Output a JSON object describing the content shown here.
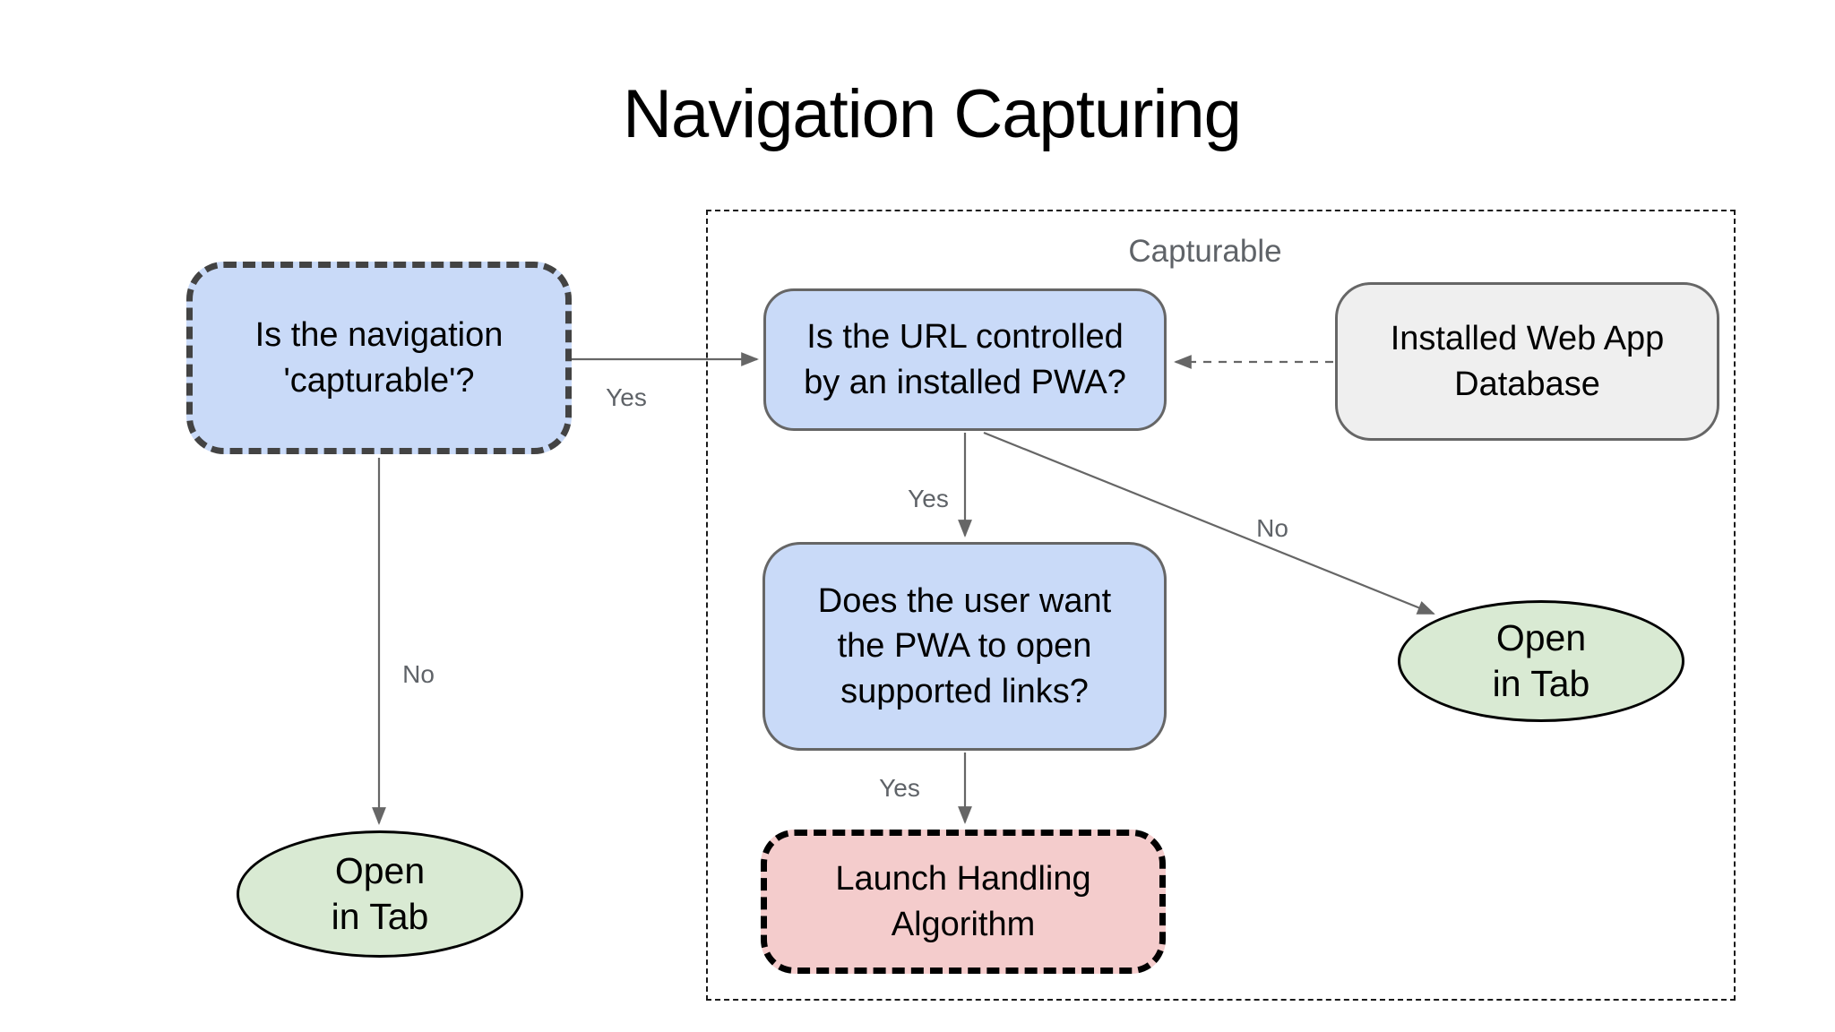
{
  "title": "Navigation Capturing",
  "colors": {
    "decision_fill": "#c9daf8",
    "terminal_fill": "#d9ead3",
    "process_fill": "#f4cccc",
    "data_fill": "#efefef",
    "solid_border": "#666666",
    "dark_dashed_border": "#434343",
    "black_border": "#000000",
    "edge_color": "#666666",
    "label_color": "#5f6368"
  },
  "group": {
    "label": "Capturable"
  },
  "nodes": {
    "is_navigation_capturable": {
      "text": "Is the navigation\n'capturable'?"
    },
    "is_url_controlled": {
      "text": "Is the URL controlled\nby an installed PWA?"
    },
    "installed_web_app_database": {
      "text": "Installed Web App\nDatabase"
    },
    "does_user_want_links": {
      "text": "Does the user want\nthe PWA to open\nsupported links?"
    },
    "launch_handling_algorithm": {
      "text": "Launch Handling\nAlgorithm"
    },
    "open_in_tab_left": {
      "text": "Open\nin Tab"
    },
    "open_in_tab_right": {
      "text": "Open\nin Tab"
    }
  },
  "edges": {
    "capturable_yes": {
      "label": "Yes"
    },
    "capturable_no": {
      "label": "No"
    },
    "url_controlled_yes": {
      "label": "Yes"
    },
    "url_controlled_no": {
      "label": "No"
    },
    "supported_links_yes": {
      "label": "Yes"
    }
  }
}
